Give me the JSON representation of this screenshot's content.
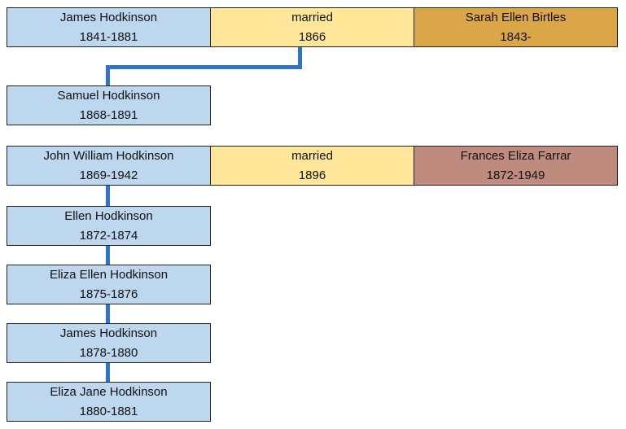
{
  "colors": {
    "person": "#bdd7ee",
    "married": "#ffe699",
    "spouse1": "#dba648",
    "spouse2": "#bf8b7e",
    "connector": "#2f74c8"
  },
  "marriage1": {
    "husband": {
      "name": "James Hodkinson",
      "dates": "1841-1881"
    },
    "married": {
      "label": "married",
      "year": "1866"
    },
    "wife": {
      "name": "Sarah Ellen Birtles",
      "dates": "1843-"
    }
  },
  "children": [
    {
      "name": "Samuel Hodkinson",
      "dates": "1868-1891"
    },
    {
      "name": "John William Hodkinson",
      "dates": "1869-1942"
    },
    {
      "name": "Ellen Hodkinson",
      "dates": "1872-1874"
    },
    {
      "name": "Eliza Ellen Hodkinson",
      "dates": "1875-1876"
    },
    {
      "name": "James Hodkinson",
      "dates": "1878-1880"
    },
    {
      "name": "Eliza Jane Hodkinson",
      "dates": "1880-1881"
    }
  ],
  "marriage2": {
    "married": {
      "label": "married",
      "year": "1896"
    },
    "wife": {
      "name": "Frances Eliza Farrar",
      "dates": "1872-1949"
    }
  }
}
